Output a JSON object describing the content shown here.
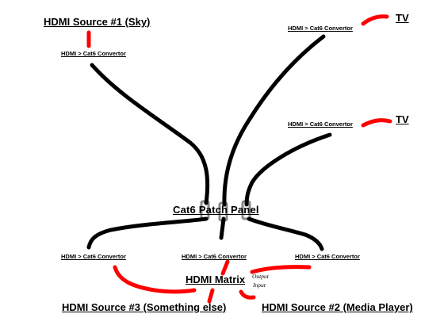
{
  "diagram": {
    "sources": {
      "source1": "HDMI Source #1 (Sky)",
      "source2": "HDMI Source #2 (Media Player)",
      "source3": "HDMI Source #3 (Something else)"
    },
    "convertors": {
      "source1_convertor": "HDMI > Cat6 Convertor",
      "tv1_convertor": "HDMI > Cat6 Convertor",
      "tv2_convertor": "HDMI > Cat6 Convertor",
      "source3_convertor": "HDMI > Cat6 Convertor",
      "matrix_in_convertor": "HDMI > Cat6 Convertor",
      "source2_convertor": "HDMI > Cat6 Convertor"
    },
    "tvs": {
      "tv1": "TV",
      "tv2": "TV"
    },
    "patch_panel": "Cat6 Patch Panel",
    "matrix": "HDMI Matrix",
    "matrix_output": "Output",
    "matrix_input": "Input",
    "colors": {
      "cat6_cable": "#000000",
      "hdmi_cable": "#ff0000",
      "patch_port": "#8a8a8a"
    }
  }
}
